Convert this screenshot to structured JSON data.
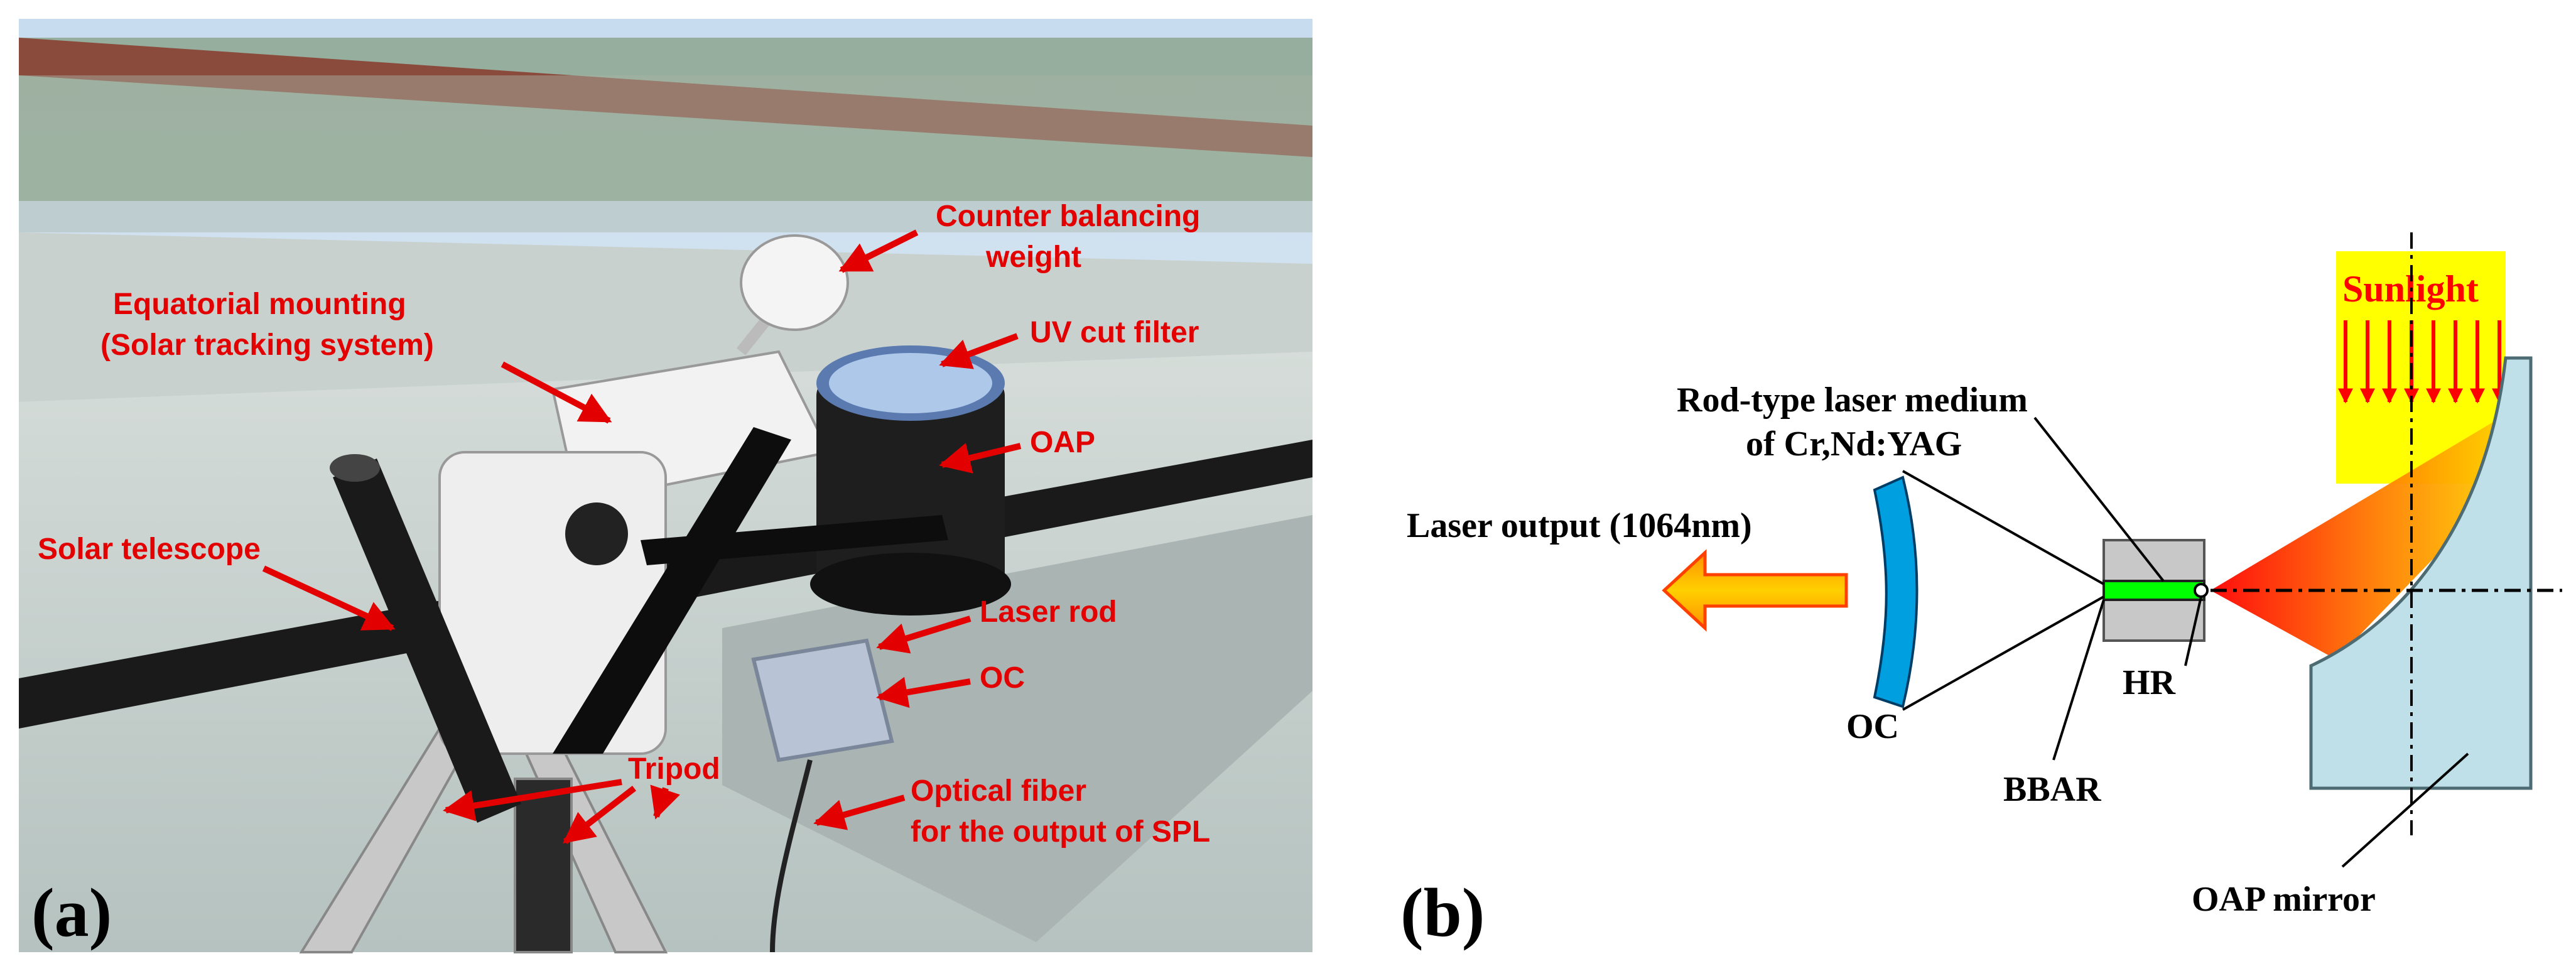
{
  "panel_a": {
    "tag": "(a)",
    "labels": {
      "counter_line1": "Counter balancing",
      "counter_line2": "weight",
      "mount_line1": "Equatorial mounting",
      "mount_line2": "(Solar tracking system)",
      "uv_filter": "UV cut filter",
      "oap": "OAP",
      "solar_telescope": "Solar telescope",
      "laser_rod": "Laser rod",
      "oc": "OC",
      "tripod": "Tripod",
      "fiber_line1": "Optical fiber",
      "fiber_line2": "for the output of SPL"
    },
    "colors": {
      "label": "#e30000",
      "sky": "#cfe2f3",
      "ground": "#bfcfcc"
    }
  },
  "panel_b": {
    "tag": "(b)",
    "labels": {
      "rod_line1": "Rod-type laser medium",
      "rod_line2": "of Cr,Nd:YAG",
      "laser_output": "Laser output (1064nm)",
      "sunlight": "Sunlight",
      "oc": "OC",
      "hr": "HR",
      "bbar": "BBAR",
      "oap_mirror": "OAP mirror"
    },
    "colors": {
      "sunlight_fill": "#ffff00",
      "sunlight_text": "#ff0000",
      "arrow_fill": "#ffc000",
      "oc_mirror": "#00a0e0",
      "rod": "#00ff00",
      "oap_mirror": "#bfe0e8"
    }
  }
}
